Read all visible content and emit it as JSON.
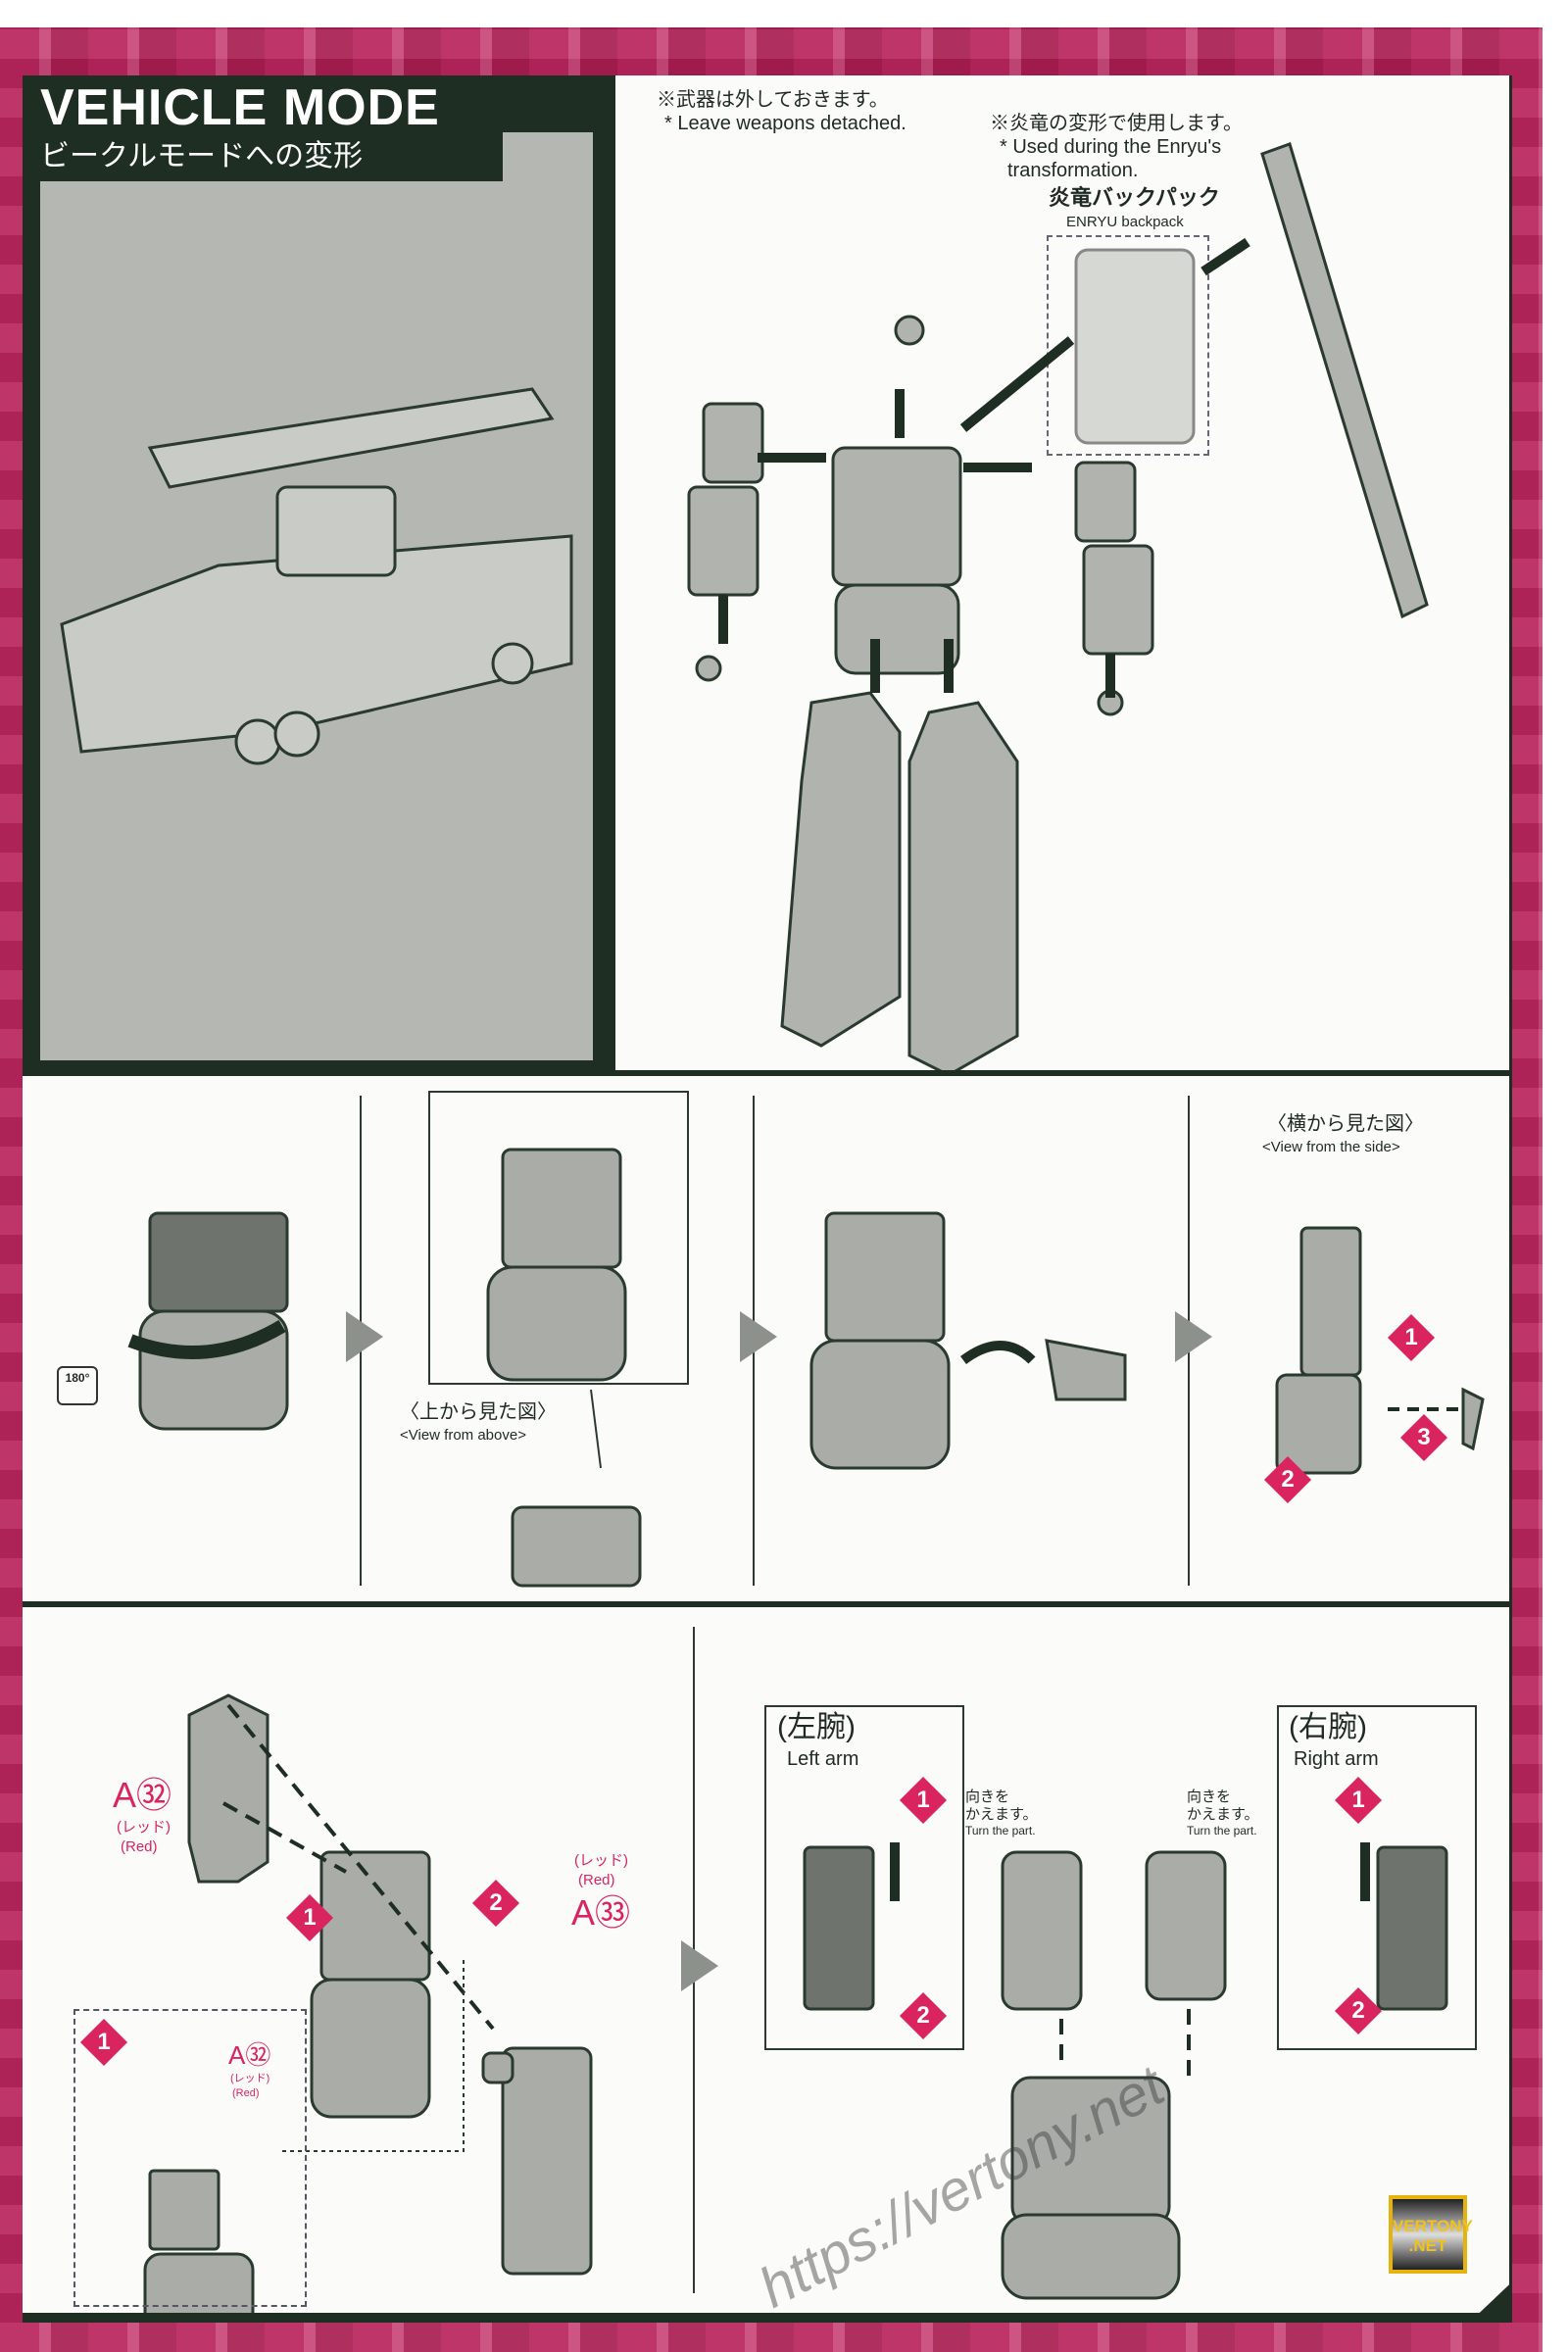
{
  "header": {
    "title": "VEHICLE MODE",
    "subtitle": "ビークルモードへの変形"
  },
  "step1": {
    "note_weapons_jp": "※武器は外しておきます。",
    "note_weapons_en": "* Leave weapons detached.",
    "note_enryu_jp": "※炎竜の変形で使用します。",
    "note_enryu_en1": "* Used during the Enryu's",
    "note_enryu_en2": "transformation.",
    "backpack_jp": "炎竜バックパック",
    "backpack_en": "ENRYU backpack"
  },
  "step2": {
    "rotate_badge": "180°",
    "view_above_jp": "〈上から見た図〉",
    "view_above_en": "<View from above>",
    "view_side_jp": "〈横から見た図〉",
    "view_side_en": "<View from the side>",
    "markers": [
      "1",
      "2",
      "3"
    ]
  },
  "step3": {
    "part_a32": "A㉜",
    "part_a33": "A㉝",
    "color_jp": "(レッド)",
    "color_en": "(Red)",
    "markers": [
      "1",
      "2"
    ],
    "left_arm_jp": "(左腕)",
    "left_arm_en": "Left arm",
    "right_arm_jp": "(右腕)",
    "right_arm_en": "Right arm",
    "turn_jp1": "向きを",
    "turn_jp2": "かえます。",
    "turn_en": "Turn the part."
  },
  "watermark": {
    "url": "https://vertony.net",
    "logo": "VERTONY .NET"
  },
  "colors": {
    "accent": "#d9245f",
    "frame": "#b8245c",
    "ink": "#1e2e22",
    "part": "#a9aca7"
  }
}
